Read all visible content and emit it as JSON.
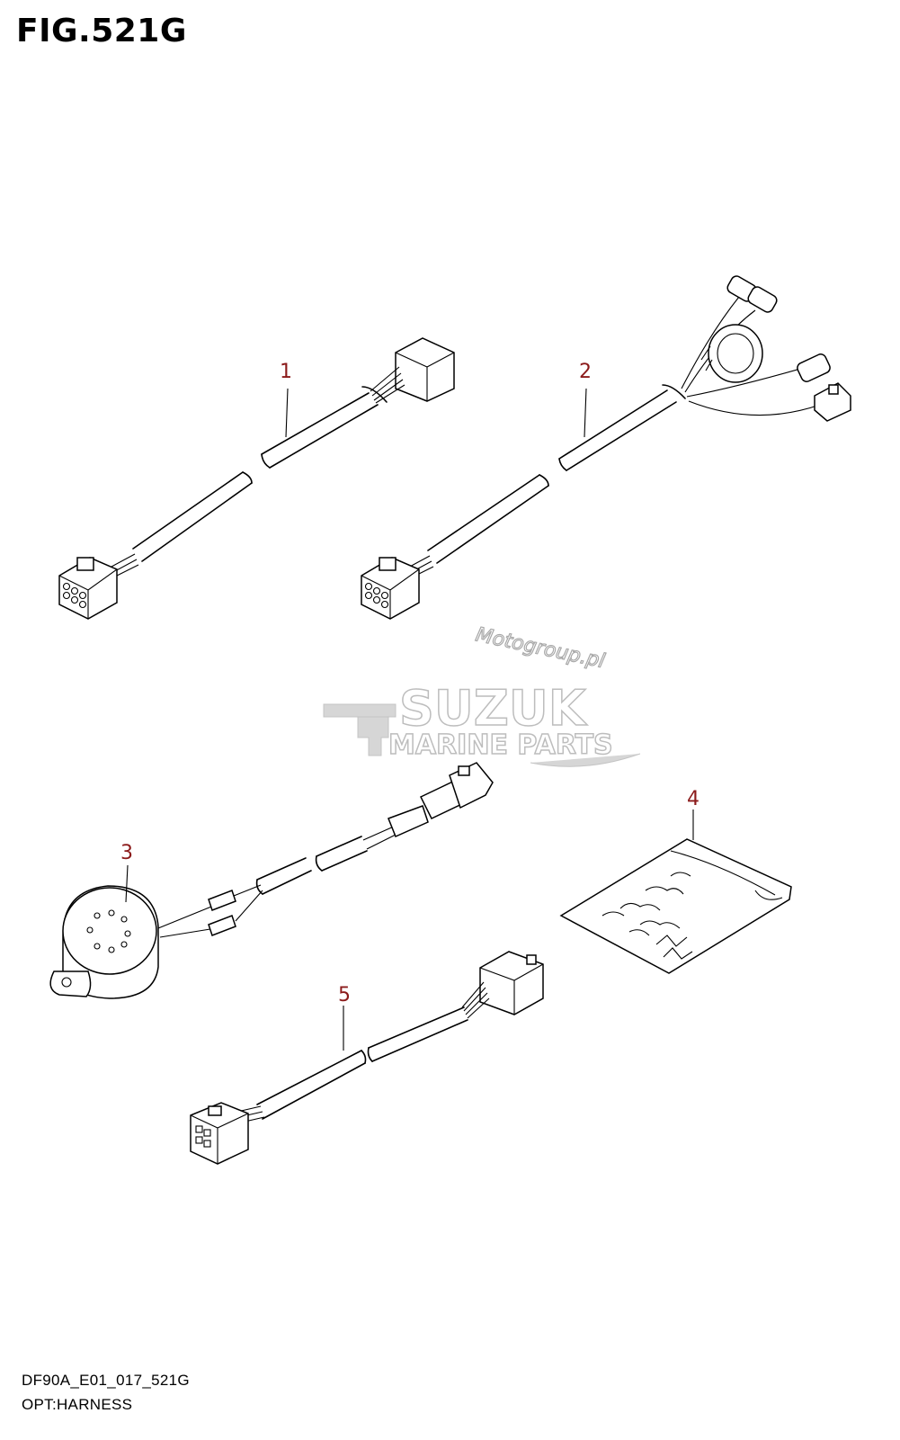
{
  "figure": {
    "title": "FIG.521G",
    "code": "DF90A_E01_017_521G",
    "caption": "OPT:HARNESS"
  },
  "parts": [
    {
      "number": "1"
    },
    {
      "number": "2"
    },
    {
      "number": "3"
    },
    {
      "number": "4"
    },
    {
      "number": "5"
    }
  ],
  "watermark": {
    "site": "Motogroup.pl",
    "brand": "SUZUK",
    "subtitle": "MARINE PARTS"
  },
  "colors": {
    "callout": "#8b1a1a",
    "line": "#000000",
    "watermark": "#c4c4c4"
  }
}
